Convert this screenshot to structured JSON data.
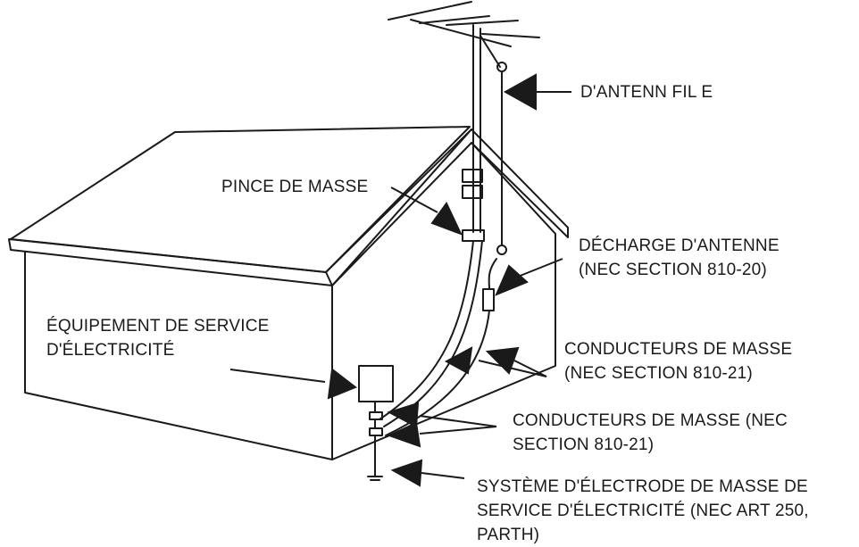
{
  "labels": {
    "antenna_wire": [
      "D'ANTENN FIL E"
    ],
    "ground_clamp": [
      "PINCE DE MASSE"
    ],
    "antenna_discharge": [
      "DÉCHARGE D'ANTENNE",
      "(NEC SECTION 810-20)"
    ],
    "service_equipment": [
      "ÉQUIPEMENT DE SERVICE",
      "D'ÉLECTRICITÉ"
    ],
    "grounding_conductors_1": [
      "CONDUCTEURS DE MASSE",
      "(NEC SECTION 810-21)"
    ],
    "grounding_conductors_2": [
      "CONDUCTEURS DE MASSE (NEC",
      "SECTION 810-21)"
    ],
    "electrode_system": [
      "SYSTÈME D'ÉLECTRODE DE MASSE DE",
      "SERVICE D'ÉLECTRICITÉ (NEC ART 250,",
      "PARTH)"
    ]
  },
  "colors": {
    "line": "#1a1a1a",
    "background": "#ffffff"
  }
}
